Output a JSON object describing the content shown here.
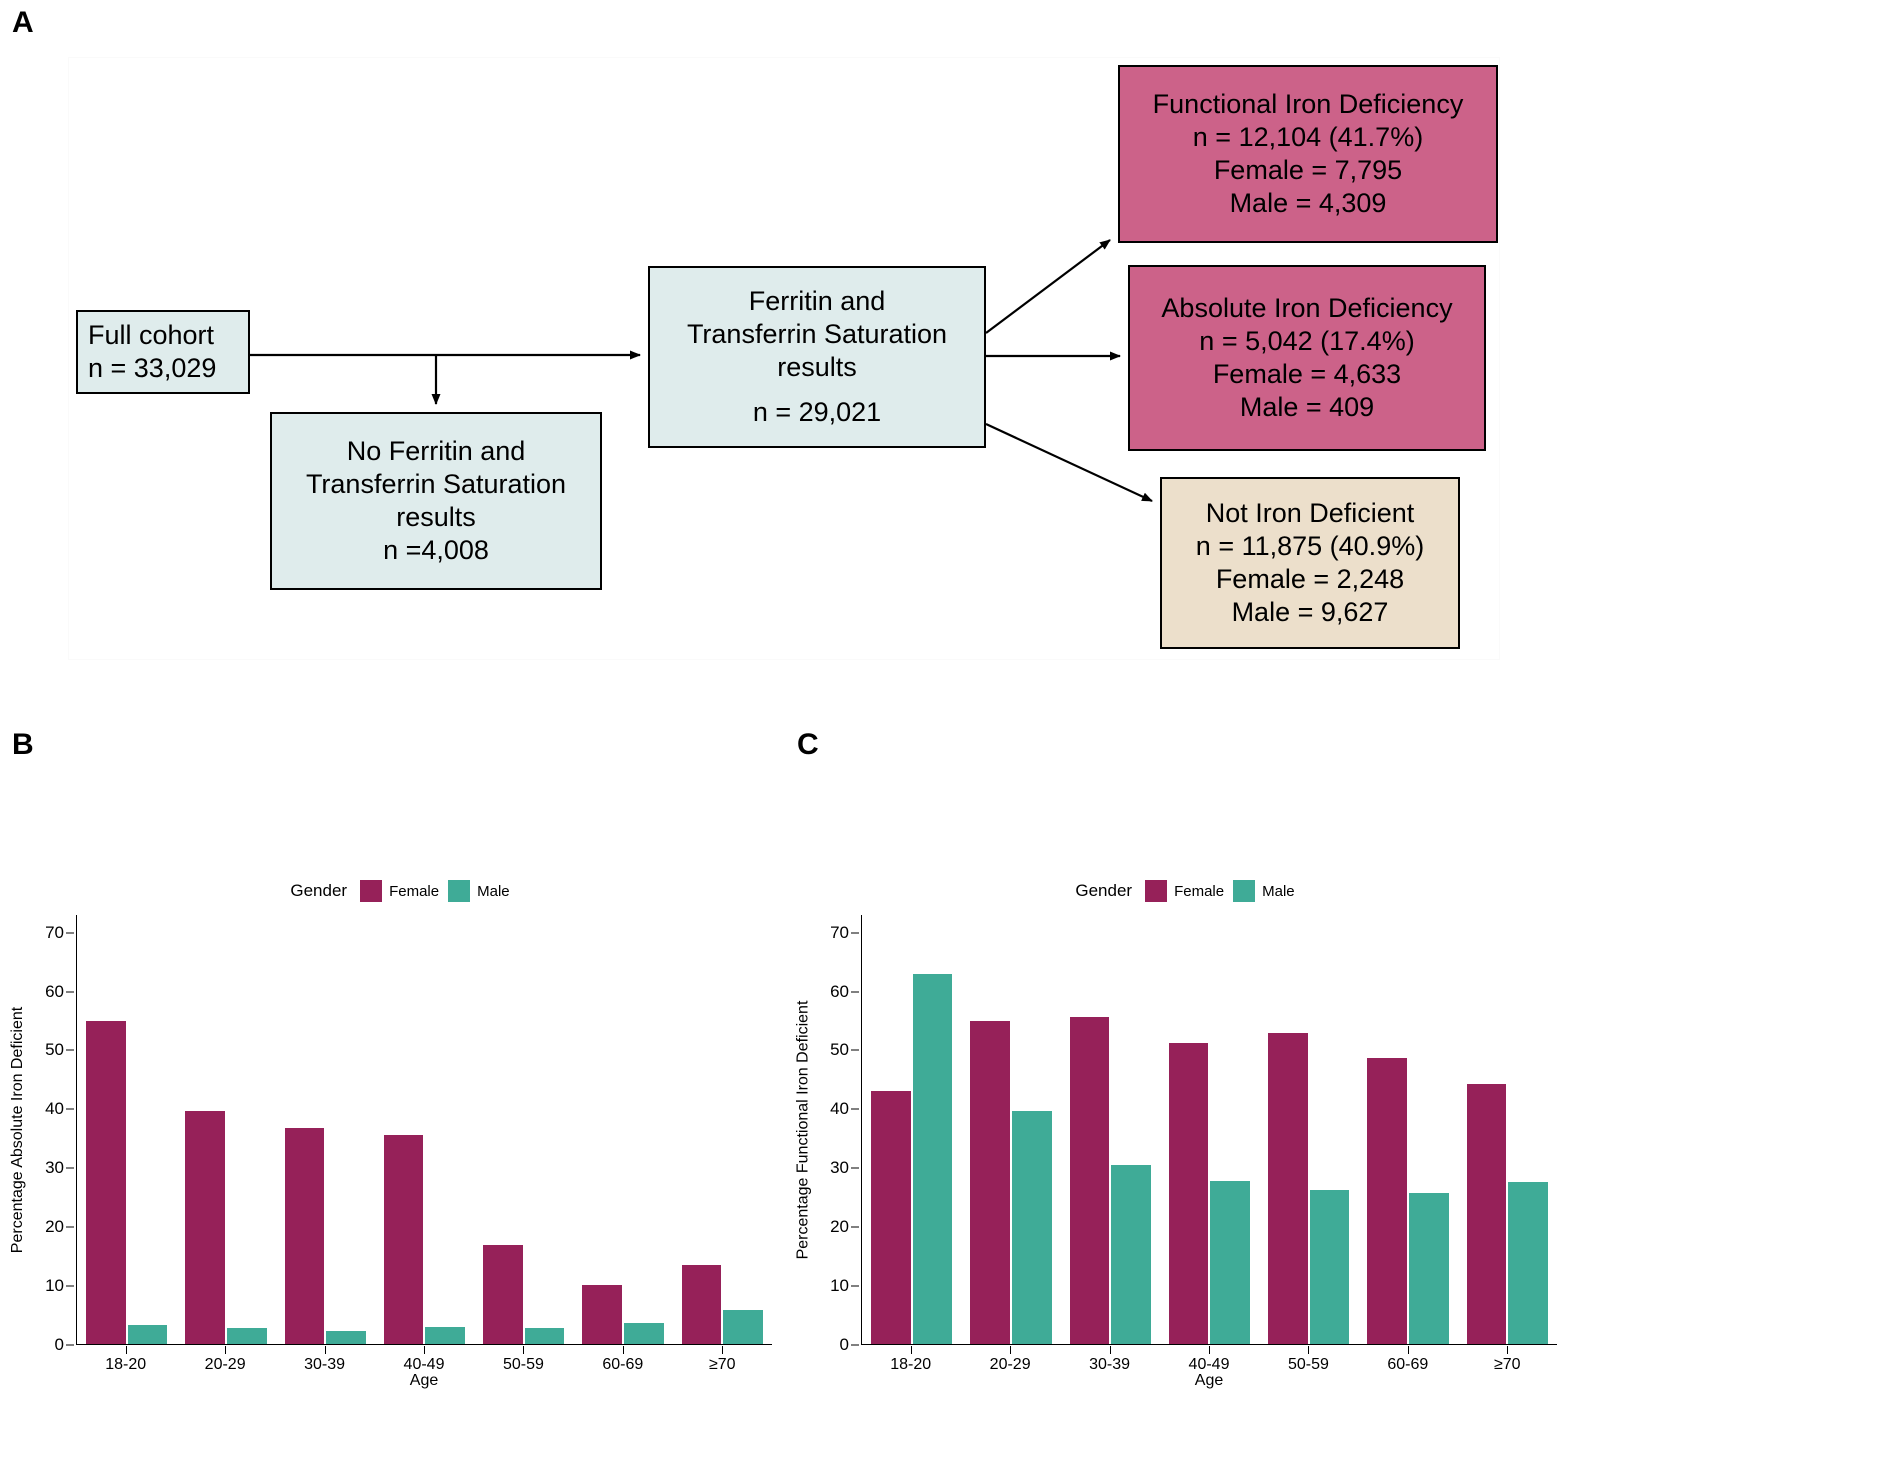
{
  "panels": {
    "a_letter": "A",
    "b_letter": "B",
    "c_letter": "C"
  },
  "colors": {
    "blue_box": "#dfecec",
    "pink_box": "#cc6289",
    "tan_box": "#ecdfcb",
    "female": "#962159",
    "male": "#3fab97"
  },
  "flowchart": {
    "boxes": {
      "full_cohort": {
        "line1": "Full cohort",
        "line2": "n = 33,029"
      },
      "no_ferritin": {
        "line1": "No Ferritin and",
        "line2": "Transferrin Saturation",
        "line3": "results",
        "line4": "n =4,008"
      },
      "ferritin": {
        "line1": "Ferritin and",
        "line2": "Transferrin Saturation",
        "line3": "results",
        "line4": "n = 29,021"
      },
      "functional": {
        "line1": "Functional Iron Deficiency",
        "line2": "n = 12,104 (41.7%)",
        "line3": "Female = 7,795",
        "line4": "Male = 4,309"
      },
      "absolute": {
        "line1": "Absolute Iron Deficiency",
        "line2": "n = 5,042 (17.4%)",
        "line3": "Female = 4,633",
        "line4": "Male = 409"
      },
      "not_deficient": {
        "line1": "Not Iron Deficient",
        "line2": "n = 11,875 (40.9%)",
        "line3": "Female = 2,248",
        "line4": "Male = 9,627"
      }
    }
  },
  "chart_data": [
    {
      "id": "B",
      "type": "bar",
      "title": "",
      "xlabel": "Age",
      "ylabel": "Percentage Absolute Iron Deficient",
      "ylim": [
        0,
        73
      ],
      "yticks": [
        0,
        10,
        20,
        30,
        40,
        50,
        60,
        70
      ],
      "grid": false,
      "legend": {
        "title": "Gender",
        "position": "top",
        "entries": [
          "Female",
          "Male"
        ]
      },
      "categories": [
        "18-20",
        "20-29",
        "30-39",
        "40-49",
        "50-59",
        "60-69",
        "≥70"
      ],
      "series": [
        {
          "name": "Female",
          "color": "#962159",
          "values": [
            54.8,
            39.5,
            36.7,
            35.4,
            16.8,
            10.1,
            13.4
          ]
        },
        {
          "name": "Male",
          "color": "#3fab97",
          "values": [
            3.2,
            2.7,
            2.2,
            2.9,
            2.7,
            3.5,
            5.7
          ]
        }
      ]
    },
    {
      "id": "C",
      "type": "bar",
      "title": "",
      "xlabel": "Age",
      "ylabel": "Percentage Functional Iron Deficient",
      "ylim": [
        0,
        73
      ],
      "yticks": [
        0,
        10,
        20,
        30,
        40,
        50,
        60,
        70
      ],
      "grid": false,
      "legend": {
        "title": "Gender",
        "position": "top",
        "entries": [
          "Female",
          "Male"
        ]
      },
      "categories": [
        "18-20",
        "20-29",
        "30-39",
        "40-49",
        "50-59",
        "60-69",
        "≥70"
      ],
      "series": [
        {
          "name": "Female",
          "color": "#962159",
          "values": [
            43.0,
            54.8,
            55.6,
            51.1,
            52.8,
            48.6,
            44.1
          ]
        },
        {
          "name": "Male",
          "color": "#3fab97",
          "values": [
            62.9,
            39.6,
            30.4,
            27.6,
            26.2,
            25.6,
            27.5
          ]
        }
      ]
    }
  ]
}
